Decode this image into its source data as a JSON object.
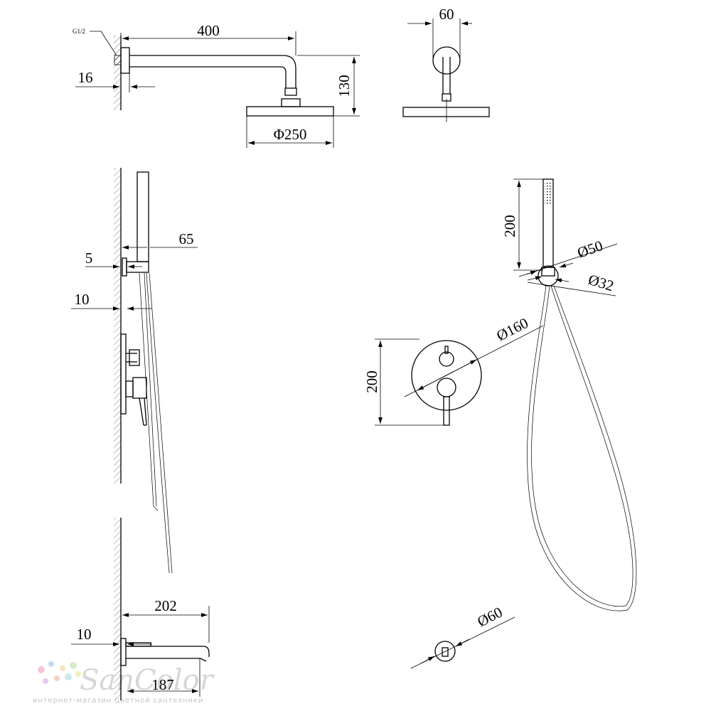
{
  "thread_label": "G1/2",
  "dimensions": {
    "arm_length": "400",
    "arm_wall_plate": "16",
    "arm_drop": "130",
    "head_diameter": "Φ250",
    "arm_width": "60",
    "holder_projection": "65",
    "holder_offset": "5",
    "valve_offset": "10",
    "hand_shower_length": "200",
    "outlet_diameter": "Ø50",
    "outlet_inner_diameter": "Ø32",
    "valve_plate_diameter": "Ø160",
    "valve_height": "200",
    "spout_reach": "202",
    "spout_plate": "10",
    "spout_length": "187",
    "wall_outlet_diameter": "Ø60"
  },
  "watermark": {
    "brand": "SanColor",
    "tagline": "интернет-магазин цветной сантехники",
    "dot_colors": [
      "#f2c6d6",
      "#c8d8f2",
      "#f6e3b8",
      "#d4ecc8",
      "#e2ccef",
      "#f7d2c2",
      "#cde9ee",
      "#f4efc0"
    ]
  }
}
